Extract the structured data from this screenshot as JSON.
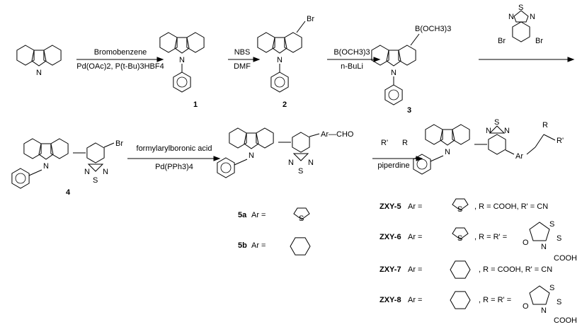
{
  "arrow1": {
    "above": "Bromobenzene",
    "below": "Pd(OAc)2, P(t-Bu)3HBF4"
  },
  "arrow2": {
    "above": "NBS",
    "below": "DMF"
  },
  "arrow3": {
    "above": "B(OCH3)3",
    "below": "n-BuLi"
  },
  "arrow4": {
    "above_left": "Br",
    "above_right": "Br"
  },
  "arrow5": {
    "above": "formylarylboronic acid",
    "below": "Pd(PPh3)4"
  },
  "arrow6": {
    "above_r1": "R'",
    "above_r2": "R",
    "below": "piperdine"
  },
  "compounds": {
    "c1": "1",
    "c2": "2",
    "c3": "3",
    "c4": "4"
  },
  "atoms": {
    "br": "Br",
    "boronate": "B(OCH3)3",
    "n": "N",
    "s": "S",
    "ar_cho": "Ar—CHO",
    "ar": "Ar",
    "r": "R",
    "r_prime": "R'",
    "cooh": "COOH",
    "o": "O"
  },
  "variants": [
    {
      "label": "5a",
      "text": "Ar ="
    },
    {
      "label": "5b",
      "text": "Ar ="
    }
  ],
  "products": [
    {
      "label": "ZXY-5",
      "text": "Ar =",
      "sub": ", R = COOH, R' = CN"
    },
    {
      "label": "ZXY-6",
      "text": "Ar =",
      "sub": ", R = R' ="
    },
    {
      "label": "ZXY-7",
      "text": "Ar =",
      "sub": ", R = COOH, R' = CN"
    },
    {
      "label": "ZXY-8",
      "text": "Ar =",
      "sub": ", R = R' ="
    }
  ]
}
